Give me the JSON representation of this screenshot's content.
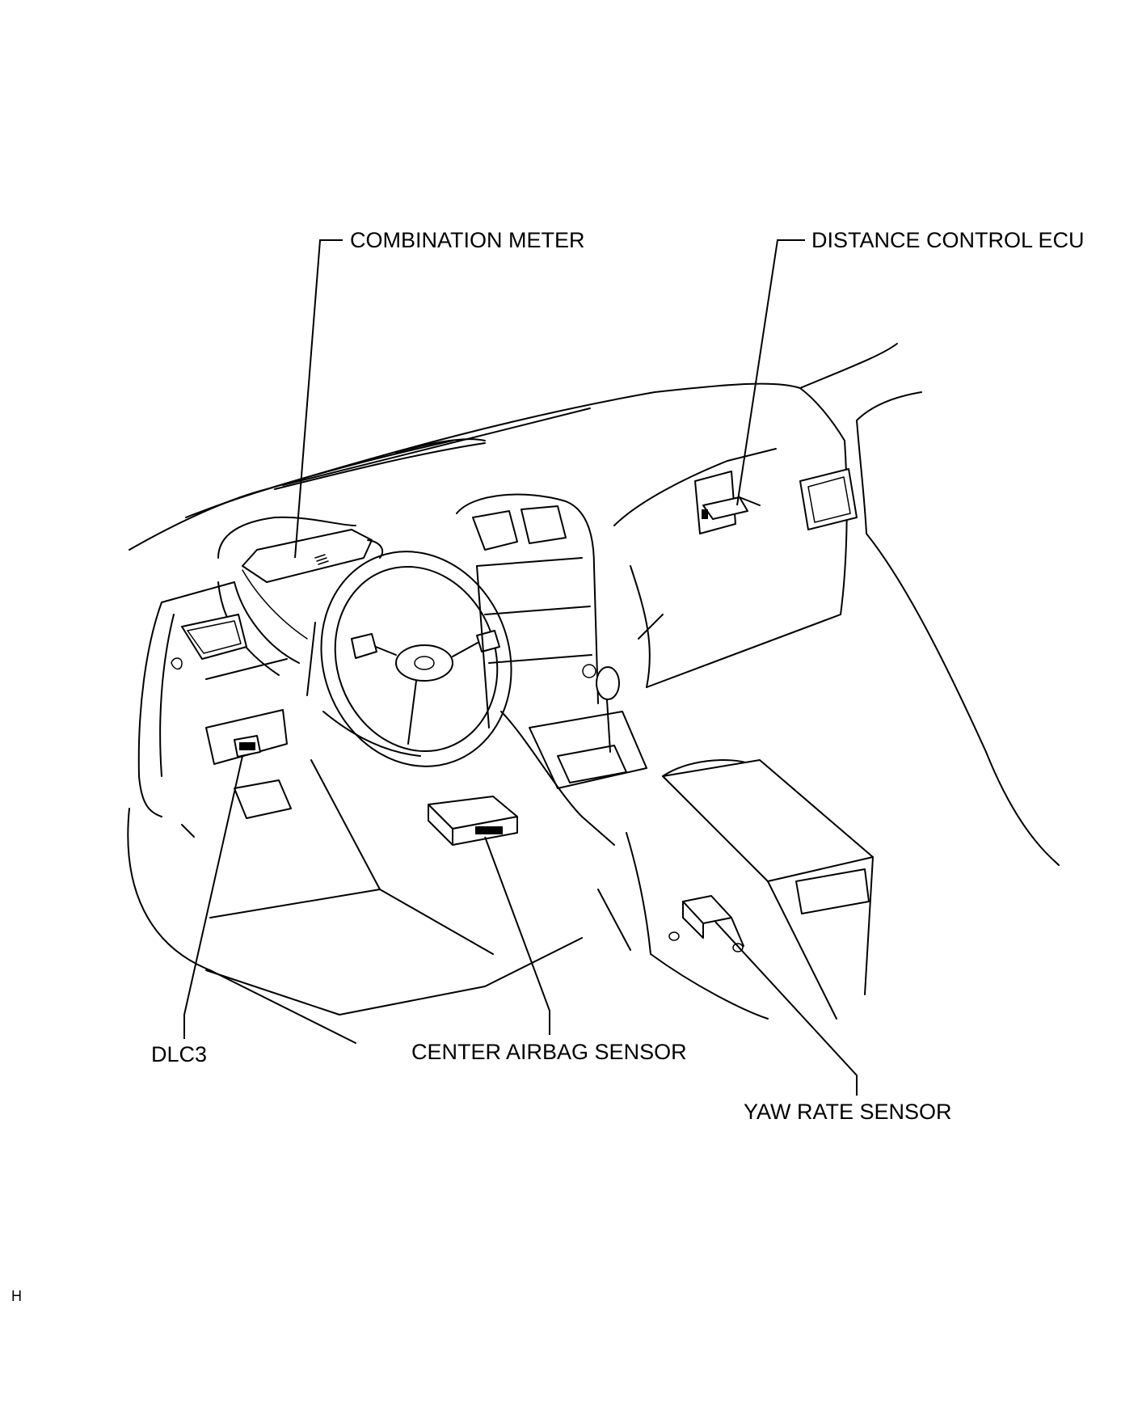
{
  "callouts": {
    "combination_meter": "COMBINATION METER",
    "distance_control_ecu": "DISTANCE CONTROL ECU",
    "dlc3": "DLC3",
    "center_airbag_sensor": "CENTER AIRBAG SENSOR",
    "yaw_rate_sensor": "YAW RATE SENSOR"
  },
  "page_mark": "H"
}
